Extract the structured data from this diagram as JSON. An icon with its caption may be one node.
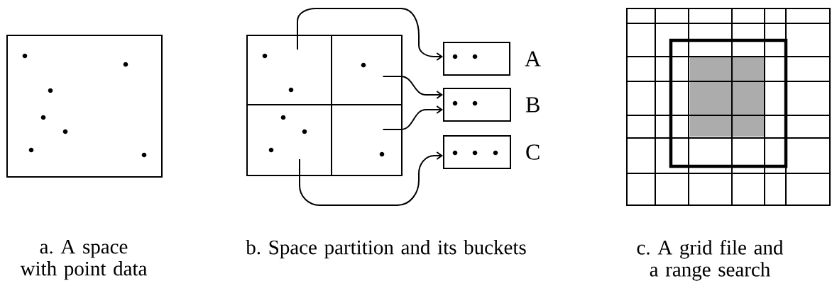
{
  "diagram": {
    "nodes": [
      {
        "text": [],
        "shape": "box"
      },
      {
        "text": [],
        "shape": "box"
      },
      {
        "text": [],
        "shape": "box"
      },
      {
        "text": [],
        "shape": "box"
      },
      {
        "text": [],
        "shape": "box",
        "beside": [
          "A"
        ]
      },
      {
        "text": [],
        "shape": "box",
        "beside": [
          "B"
        ]
      },
      {
        "text": [],
        "shape": "box",
        "beside": [
          "C"
        ]
      }
    ],
    "edges": [
      {
        "from": 0,
        "to": 4,
        "arrow": "to"
      },
      {
        "from": 1,
        "to": 5,
        "arrow": "to"
      },
      {
        "from": 3,
        "to": 5,
        "arrow": "to"
      },
      {
        "from": 2,
        "to": 6,
        "arrow": "to"
      }
    ],
    "labels": [
      "a. A space with point data",
      "b. Space partition and its buckets",
      "c. A grid file and a range search"
    ]
  }
}
